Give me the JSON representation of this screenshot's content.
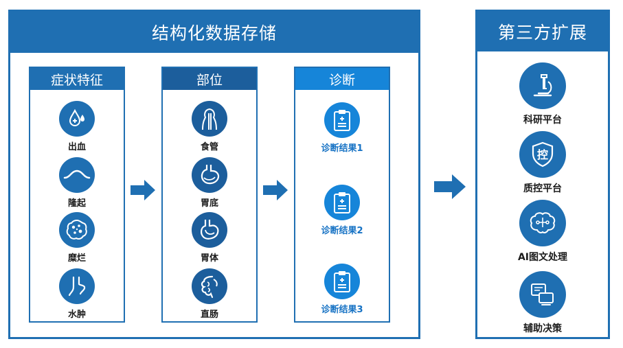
{
  "storage": {
    "title": "结构化数据存储",
    "columns": [
      {
        "title": "症状特征",
        "items": [
          {
            "label": "出血",
            "icon": "blood-drop-icon"
          },
          {
            "label": "隆起",
            "icon": "bulge-icon"
          },
          {
            "label": "糜烂",
            "icon": "erosion-icon"
          },
          {
            "label": "水肿",
            "icon": "edema-icon"
          }
        ]
      },
      {
        "title": "部位",
        "items": [
          {
            "label": "食管",
            "icon": "esophagus-icon"
          },
          {
            "label": "胃底",
            "icon": "stomach-fundus-icon"
          },
          {
            "label": "胃体",
            "icon": "stomach-body-icon"
          },
          {
            "label": "直肠",
            "icon": "rectum-icon"
          }
        ]
      },
      {
        "title": "诊断",
        "items": [
          {
            "label": "诊断结果1",
            "icon": "clipboard-icon"
          },
          {
            "label": "诊断结果2",
            "icon": "clipboard-icon"
          },
          {
            "label": "诊断结果3",
            "icon": "clipboard-icon"
          }
        ]
      }
    ]
  },
  "extension": {
    "title": "第三方扩展",
    "items": [
      {
        "label": "科研平台",
        "icon": "microscope-icon"
      },
      {
        "label": "质控平台",
        "icon": "shield-icon",
        "glyph": "控"
      },
      {
        "label": "AI图文处理",
        "icon": "brain-icon"
      },
      {
        "label": "辅助决策",
        "icon": "screens-icon"
      }
    ]
  },
  "colors": {
    "primary": "#1f6fb2",
    "dark_header": "#1c5e9c",
    "bright_header": "#1685d9",
    "label_blue": "#1672c4"
  }
}
